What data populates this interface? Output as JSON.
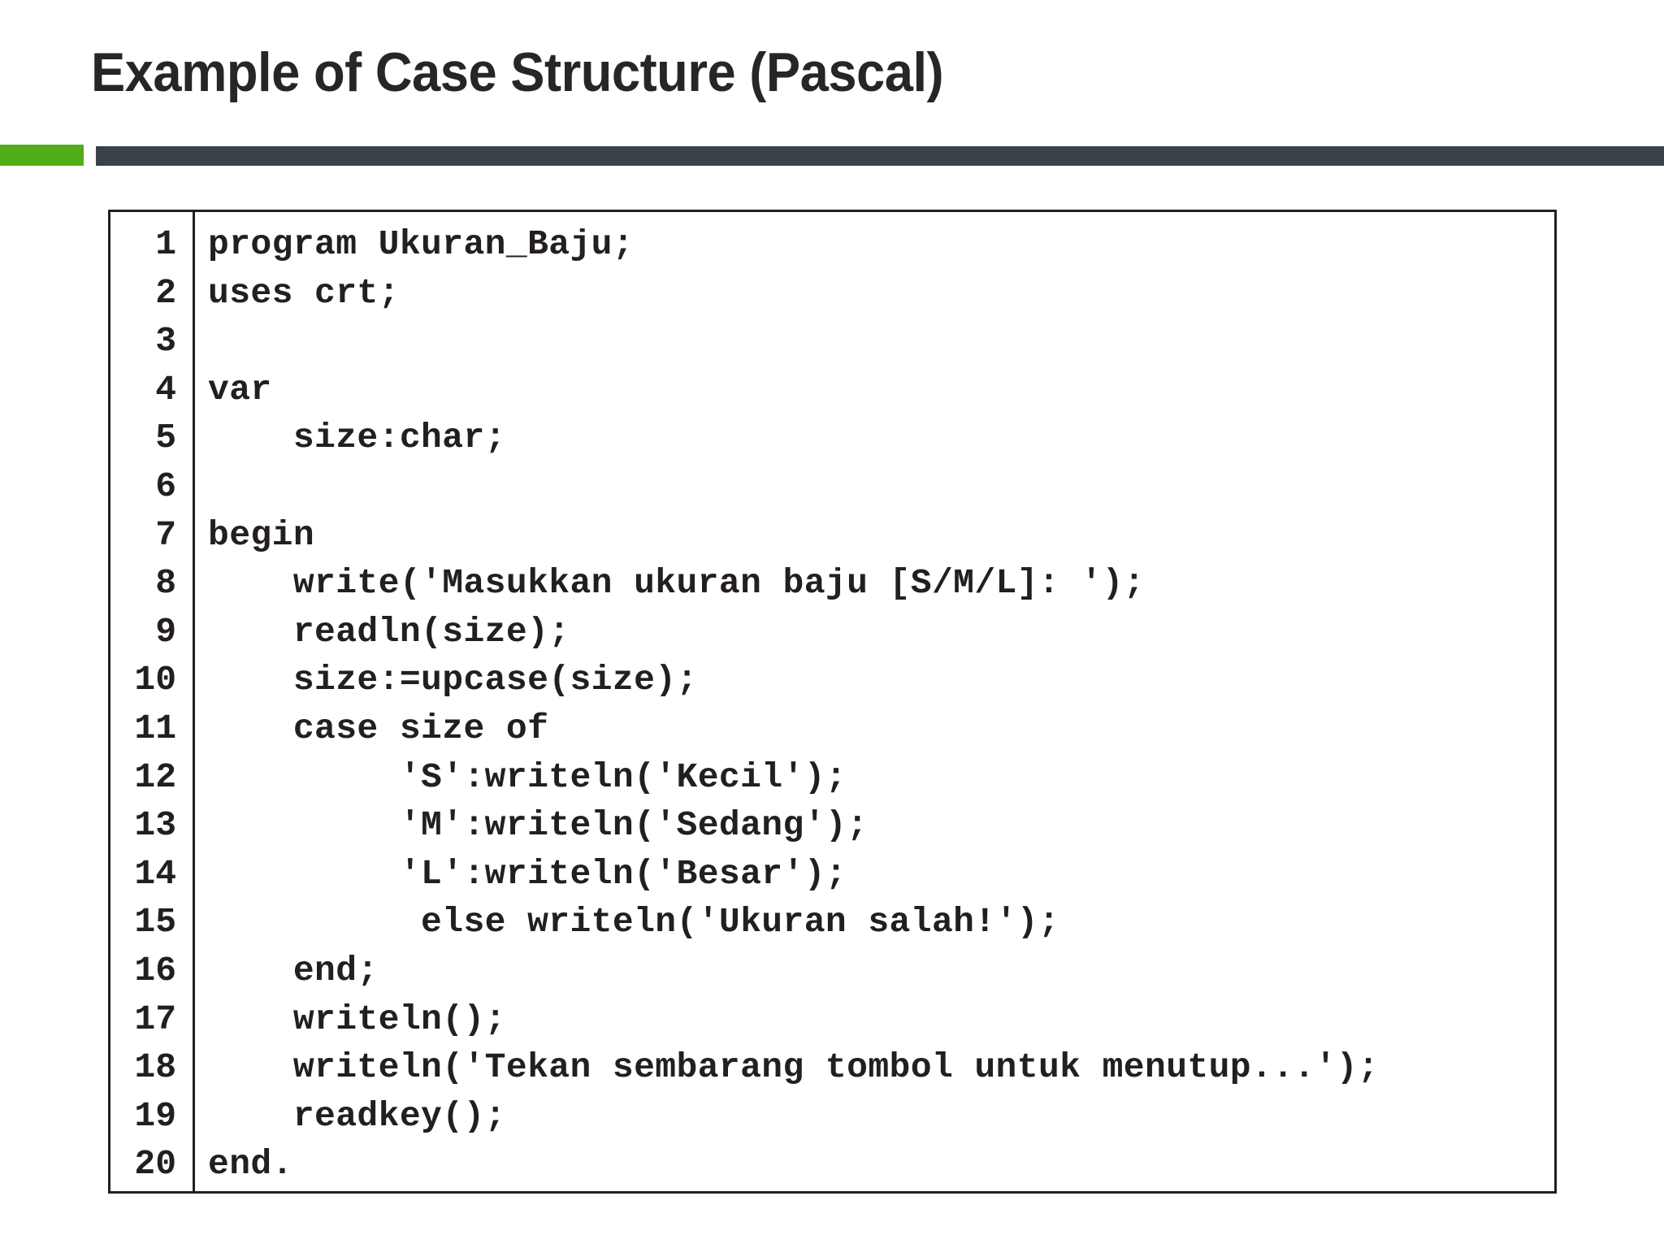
{
  "slide": {
    "title": "Example of Case Structure (Pascal)",
    "accent_green": "#52AD18",
    "accent_dark": "#3A4149",
    "title_color": "#262626",
    "background": "#ffffff"
  },
  "code_block": {
    "language": "Pascal",
    "border_color": "#231F20",
    "text_color": "#231F20",
    "line_count": 20,
    "line_numbers": [
      "1",
      "2",
      "3",
      "4",
      "5",
      "6",
      "7",
      "8",
      "9",
      "10",
      "11",
      "12",
      "13",
      "14",
      "15",
      "16",
      "17",
      "18",
      "19",
      "20"
    ],
    "lines": [
      "program Ukuran_Baju;",
      "uses crt;",
      "",
      "var",
      "    size:char;",
      "",
      "begin",
      "    write('Masukkan ukuran baju [S/M/L]: ');",
      "    readln(size);",
      "    size:=upcase(size);",
      "    case size of",
      "         'S':writeln('Kecil');",
      "         'M':writeln('Sedang');",
      "         'L':writeln('Besar');",
      "          else writeln('Ukuran salah!');",
      "    end;",
      "    writeln();",
      "    writeln('Tekan sembarang tombol untuk menutup...');",
      "    readkey();",
      "end."
    ]
  }
}
